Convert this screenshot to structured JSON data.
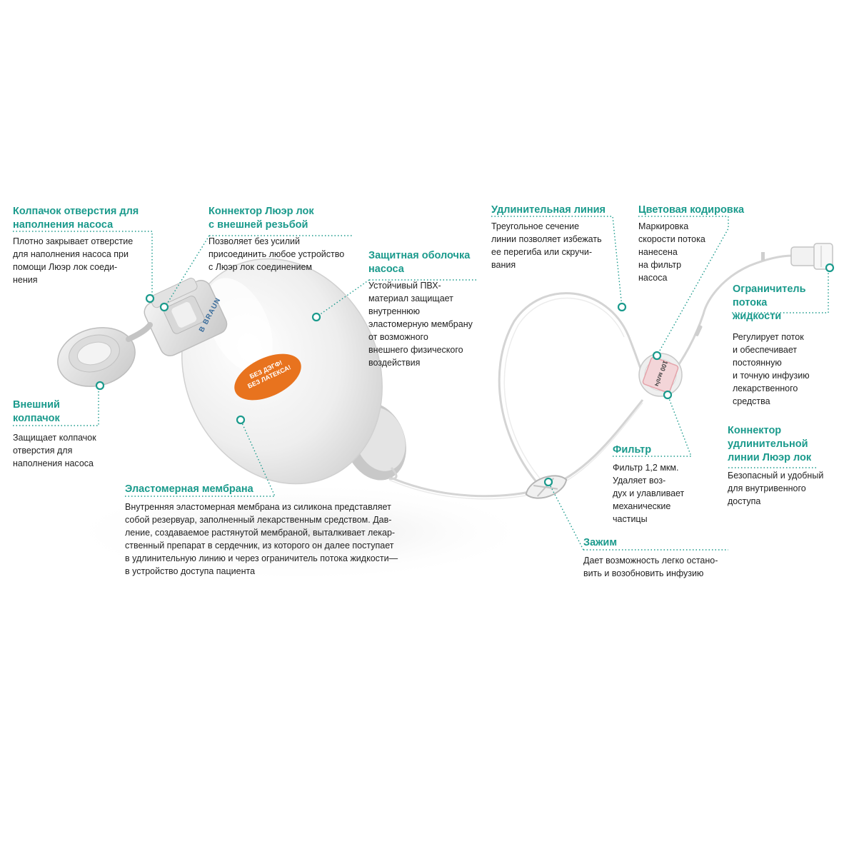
{
  "colors": {
    "accent": "#1a9a8c",
    "badge": "#e8731e"
  },
  "device": {
    "brand": "B BRAUN",
    "badge": [
      "БЕЗ ДЭГФ!",
      "БЕЗ ЛАТЕКСА!"
    ],
    "filter_label": "100 мл/ч"
  },
  "callouts": {
    "cap_fill": {
      "title": "Колпачок отверстия для\nнаполнения насоса",
      "text": "Плотно закрывает отверстие\nдля наполнения насоса при\nпомощи Люэр лок соеди-\nнения"
    },
    "luer_connector": {
      "title": "Коннектор Люэр лок\nс внешней резьбой",
      "text": "Позволяет без усилий\nприсоединить любое устройство\nс Люэр лок соединением"
    },
    "shell": {
      "title": "Защитная оболочка\nнасоса",
      "text": "Устойчивый ПВХ-\nматериал защищает\nвнутреннюю\nэластомерную мембрану\nот возможного\nвнешнего физического\nвоздействия"
    },
    "extension_line": {
      "title": "Удлинительная линия",
      "text": "Треугольное сечение\nлинии позволяет избежать\nее перегиба или скручи-\nвания"
    },
    "color_coding": {
      "title": "Цветовая кодировка",
      "text": "Маркировка\nскорости потока\nнанесена\nна фильтр\nнасоса"
    },
    "flow_limiter": {
      "title": "Ограничитель\nпотока\nжидкости",
      "text": "Регулирует поток\nи обеспечивает\nпостоянную\nи точную инфузию\nлекарственного\nсредства"
    },
    "outer_cap": {
      "title": "Внешний\nколпачок",
      "text": "Защищает колпачок\nотверстия для\nнаполнения насоса"
    },
    "membrane": {
      "title": "Эластомерная мембрана",
      "text": "Внутренняя эластомерная мембрана из силикона представляет\nсобой резервуар, заполненный лекарственным средством. Дав-\nление, создаваемое растянутой мембраной, выталкивает лекар-\nственный препарат в сердечник, из которого он далее поступает\nв удлинительную линию и через ограничитель потока жидкости—\nв устройство доступа пациента"
    },
    "filter": {
      "title": "Фильтр",
      "text": "Фильтр 1,2 мкм.\nУдаляет воз-\nдух и улавливает\nмеханические\nчастицы"
    },
    "line_connector": {
      "title": "Коннектор\nудлинительной\nлинии Люэр лок",
      "text": "Безопасный и удобный\nдля внутривенного\nдоступа"
    },
    "clamp": {
      "title": "Зажим",
      "text": "Дает возможность легко остано-\nвить и возобновить инфузию"
    }
  }
}
